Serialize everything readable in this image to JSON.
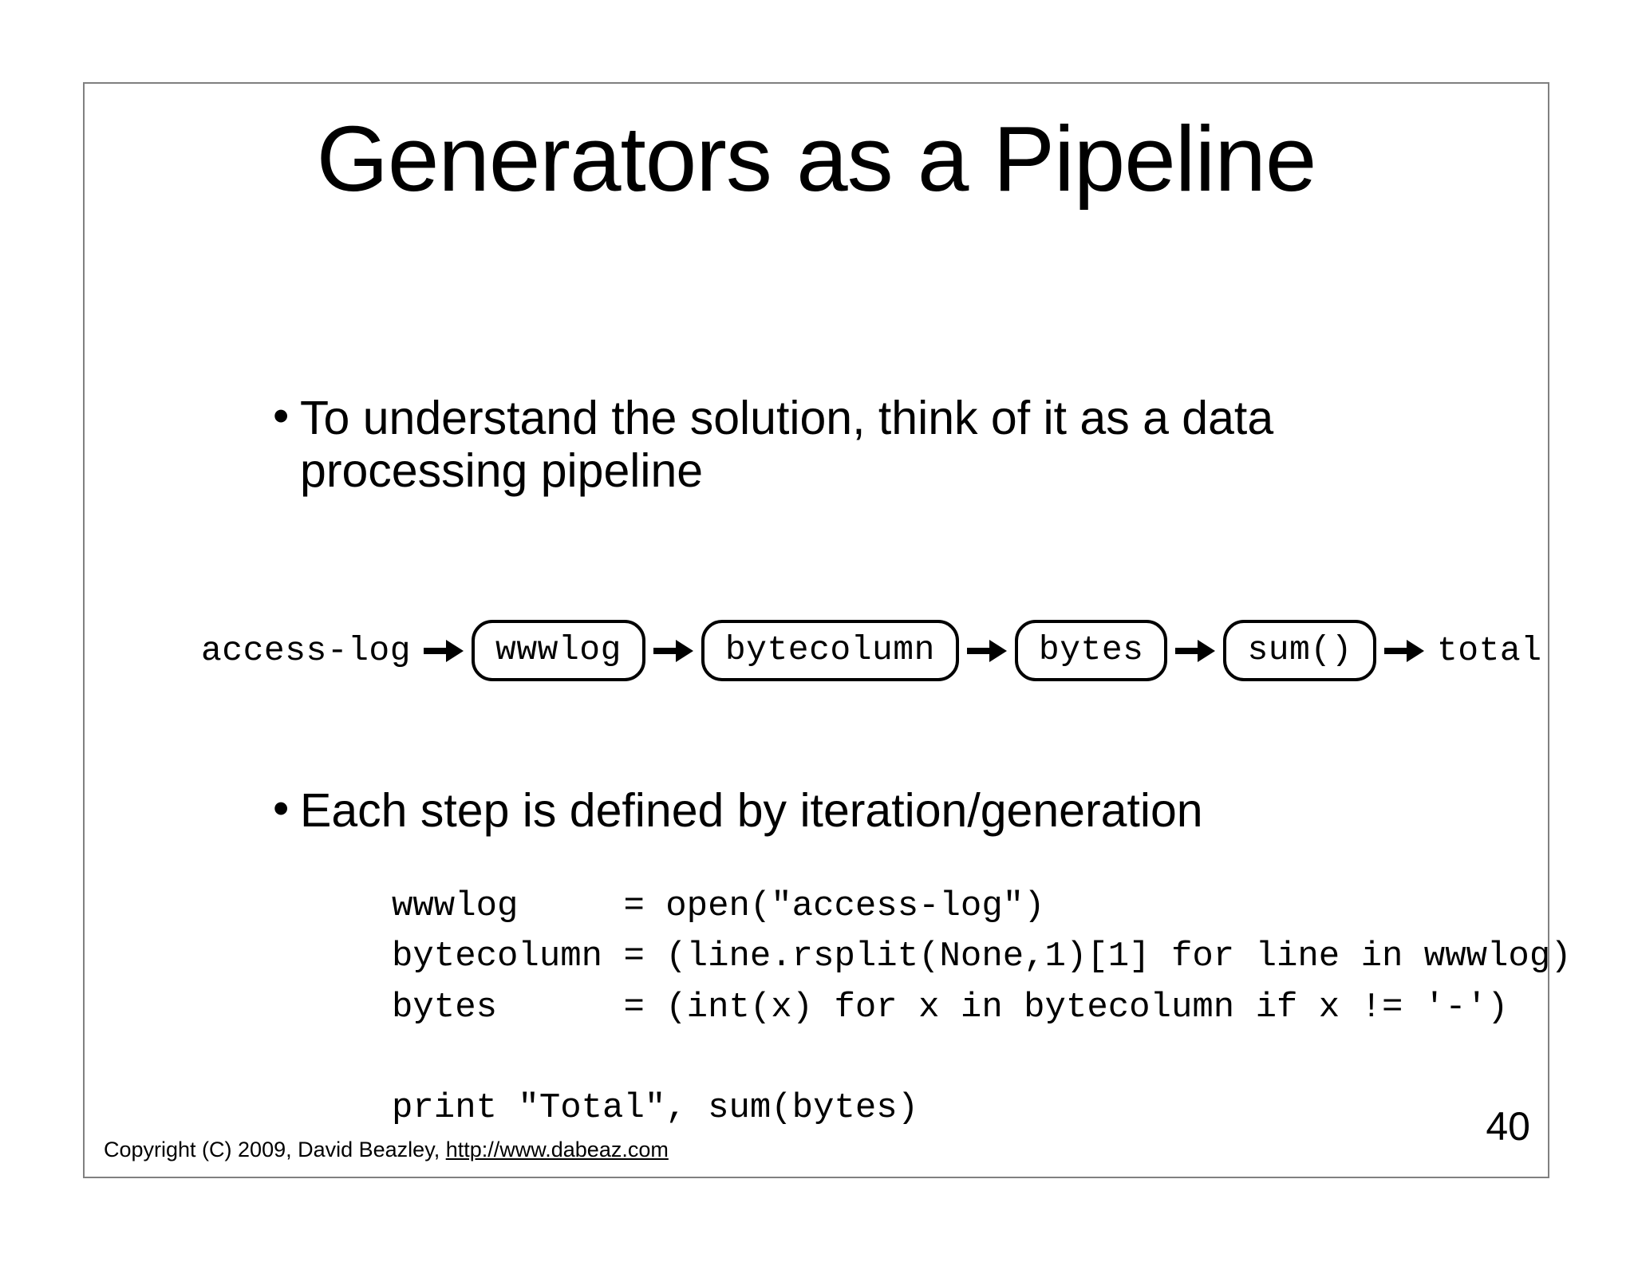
{
  "slide": {
    "title": "Generators as a Pipeline",
    "page_number": "40",
    "border_color": "#808080",
    "text_color": "#000000",
    "background_color": "#ffffff"
  },
  "bullets": [
    {
      "marker": "•",
      "text": "To understand the solution, think of it as a data processing pipeline"
    },
    {
      "marker": "•",
      "text": "Each step is defined by iteration/generation"
    }
  ],
  "pipeline": {
    "nodes": [
      {
        "label": "access-log",
        "boxed": false
      },
      {
        "label": "wwwlog",
        "boxed": true
      },
      {
        "label": "bytecolumn",
        "boxed": true
      },
      {
        "label": "bytes",
        "boxed": true
      },
      {
        "label": "sum()",
        "boxed": true
      },
      {
        "label": "total",
        "boxed": false
      }
    ],
    "arrow_icon": "arrow-right-icon"
  },
  "code": {
    "lines": [
      "wwwlog     = open(\"access-log\")",
      "bytecolumn = (line.rsplit(None,1)[1] for line in wwwlog)",
      "bytes      = (int(x) for x in bytecolumn if x != '-')",
      "",
      "print \"Total\", sum(bytes)"
    ],
    "text": "wwwlog     = open(\"access-log\")\nbytecolumn = (line.rsplit(None,1)[1] for line in wwwlog)\nbytes      = (int(x) for x in bytecolumn if x != '-')\n\nprint \"Total\", sum(bytes)"
  },
  "footer": {
    "copyright_prefix": "Copyright (C) 2009,  David Beazley, ",
    "url": "http://www.dabeaz.com"
  }
}
